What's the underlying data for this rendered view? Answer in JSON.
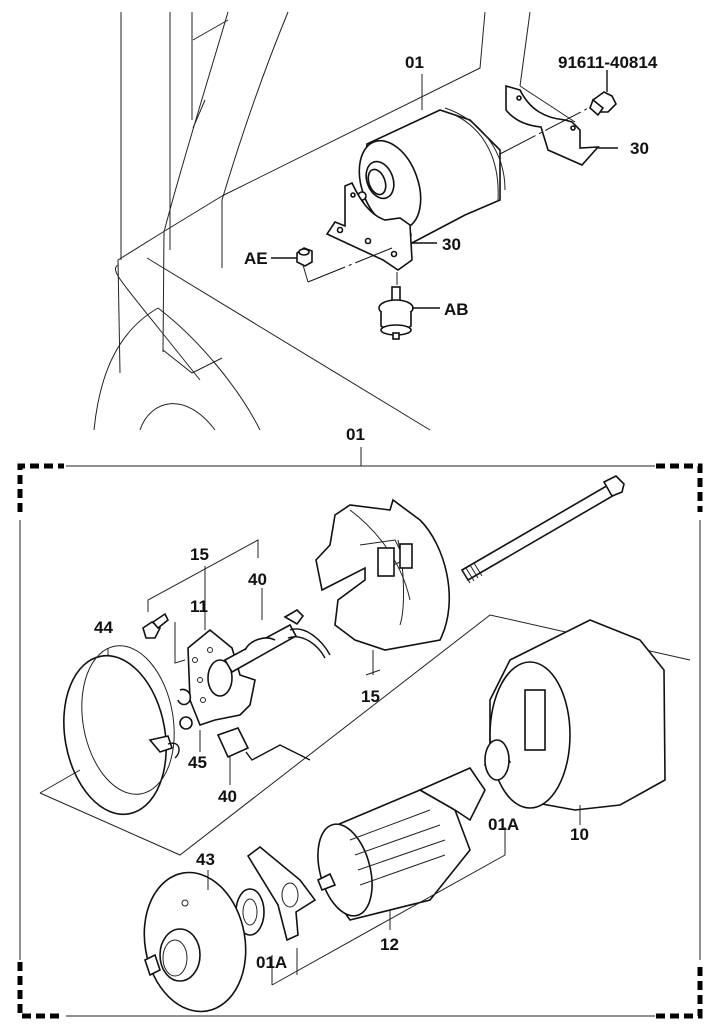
{
  "diagram": {
    "type": "exploded parts diagram",
    "subject": "starter motor assembly",
    "upper_view": {
      "labels": {
        "assembly": "01",
        "bolt": "91611-40814",
        "bracket_right": "30",
        "bracket_left": "30",
        "nut": "AE",
        "mount": "AB"
      }
    },
    "lower_view": {
      "labels": {
        "assembly": "01",
        "brush_holder_group": "15",
        "brush_holder": "11",
        "brush": "40",
        "cover_band": "44",
        "spring": "45",
        "brush_lower": "40",
        "end_frame": "15",
        "yoke": "10",
        "bearing_right": "01A",
        "armature": "12",
        "front_bracket": "43",
        "bearing_left": "01A"
      }
    }
  }
}
